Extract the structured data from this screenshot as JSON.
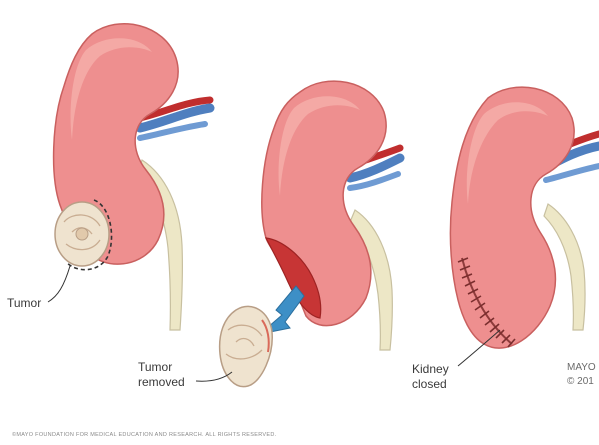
{
  "labels": {
    "tumor": "Tumor",
    "tumor_removed": [
      "Tumor",
      "removed"
    ],
    "kidney_closed": [
      "Kidney",
      "closed"
    ],
    "mayo_mark": [
      "MAYO",
      "© 201"
    ],
    "copyright": "©MAYO FOUNDATION FOR MEDICAL EDUCATION AND RESEARCH. ALL RIGHTS RESERVED."
  },
  "colors": {
    "kidney_fill": "#ee8f8f",
    "kidney_edge": "#c9605f",
    "kidney_highlight": "#f6b3ae",
    "cut_surface": "#c73535",
    "tumor_fill": "#efe3cf",
    "tumor_edge": "#b89e86",
    "artery": "#c02e2e",
    "vein": "#4f7fbf",
    "ureter": "#ede7c6",
    "arrow": "#3d8fc6",
    "leader_line": "#333333"
  }
}
